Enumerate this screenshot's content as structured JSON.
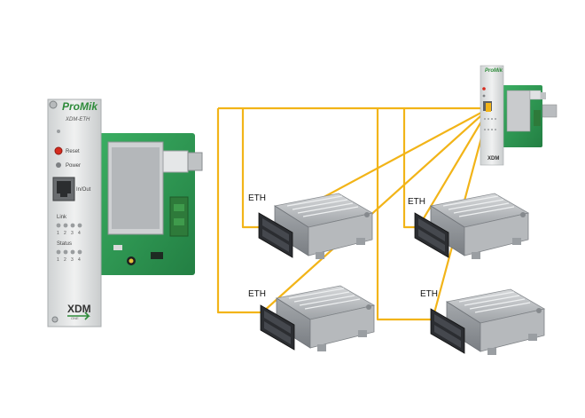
{
  "module_large": {
    "brand": "ProMik",
    "model": "XDM-ETH",
    "reset_label": "Reset",
    "power_label": "Power",
    "inout_label": "In/Out",
    "link_label": "Link",
    "status_label": "Status",
    "port_numbers": [
      "1",
      "2",
      "3",
      "4"
    ],
    "footer_logo": "XDM",
    "footer_sub": "ONE"
  },
  "module_small": {
    "brand": "ProMik",
    "footer_logo": "XDM"
  },
  "ecus": [
    {
      "id": "ecu-top-left",
      "label": "ETH"
    },
    {
      "id": "ecu-top-right",
      "label": "ETH"
    },
    {
      "id": "ecu-bottom-left",
      "label": "ETH"
    },
    {
      "id": "ecu-bottom-right",
      "label": "ETH"
    }
  ],
  "colors": {
    "cable": "#f2b418",
    "pcb": "#2f9e55",
    "panel": "#e4e6e6",
    "ecu_body": "#b9bcbf",
    "connector": "#2b2d31",
    "brand_green": "#2e8b3a",
    "reset_led": "#d52b1e"
  }
}
